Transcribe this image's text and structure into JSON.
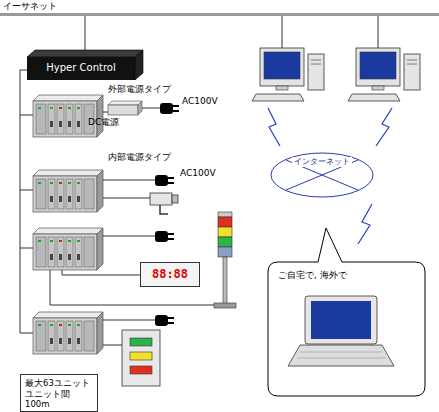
{
  "diagram": {
    "nodes": [
      {
        "text": [
          "Hyper Control"
        ]
      },
      {
        "text": [
          "DC電源"
        ]
      },
      {
        "text": [
          "インターネット"
        ]
      },
      {
        "text": [
          "88:88"
        ]
      },
      {
        "text": [
          "ご自宅で, 海外で"
        ]
      },
      {
        "text": [
          "最大63ユニット ユニット間100m"
        ]
      }
    ],
    "labels": [
      "イーサネット",
      "外部電源タイプ",
      "AC100V",
      "内部電源タイプ",
      "AC100V"
    ]
  }
}
